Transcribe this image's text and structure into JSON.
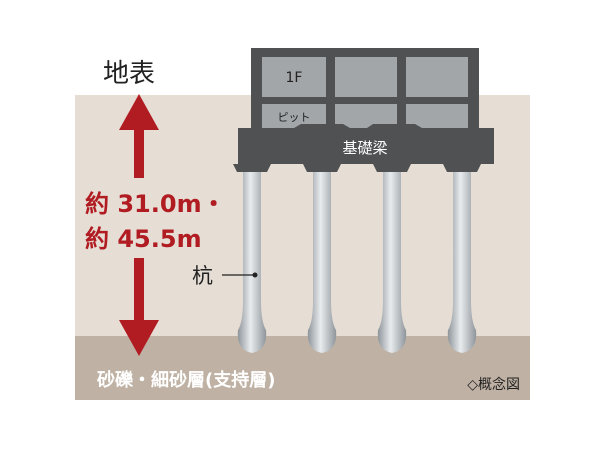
{
  "labels": {
    "ground_surface": "地表",
    "floor_1f": "1F",
    "pit": "ピット",
    "foundation_beam": "基礎梁",
    "depth_line1": "約 31.0m・",
    "depth_line2": "約 45.5m",
    "pile": "杭",
    "bearing_layer": "砂礫・細砂層(支持層)",
    "caption": "◇概念図"
  },
  "colors": {
    "soil": "#e6ddd4",
    "bearing_layer": "#bfb2a4",
    "building": "#505153",
    "panel": "#a3a6a9",
    "pile": "#a9afb4",
    "arrow": "#b01c22"
  }
}
